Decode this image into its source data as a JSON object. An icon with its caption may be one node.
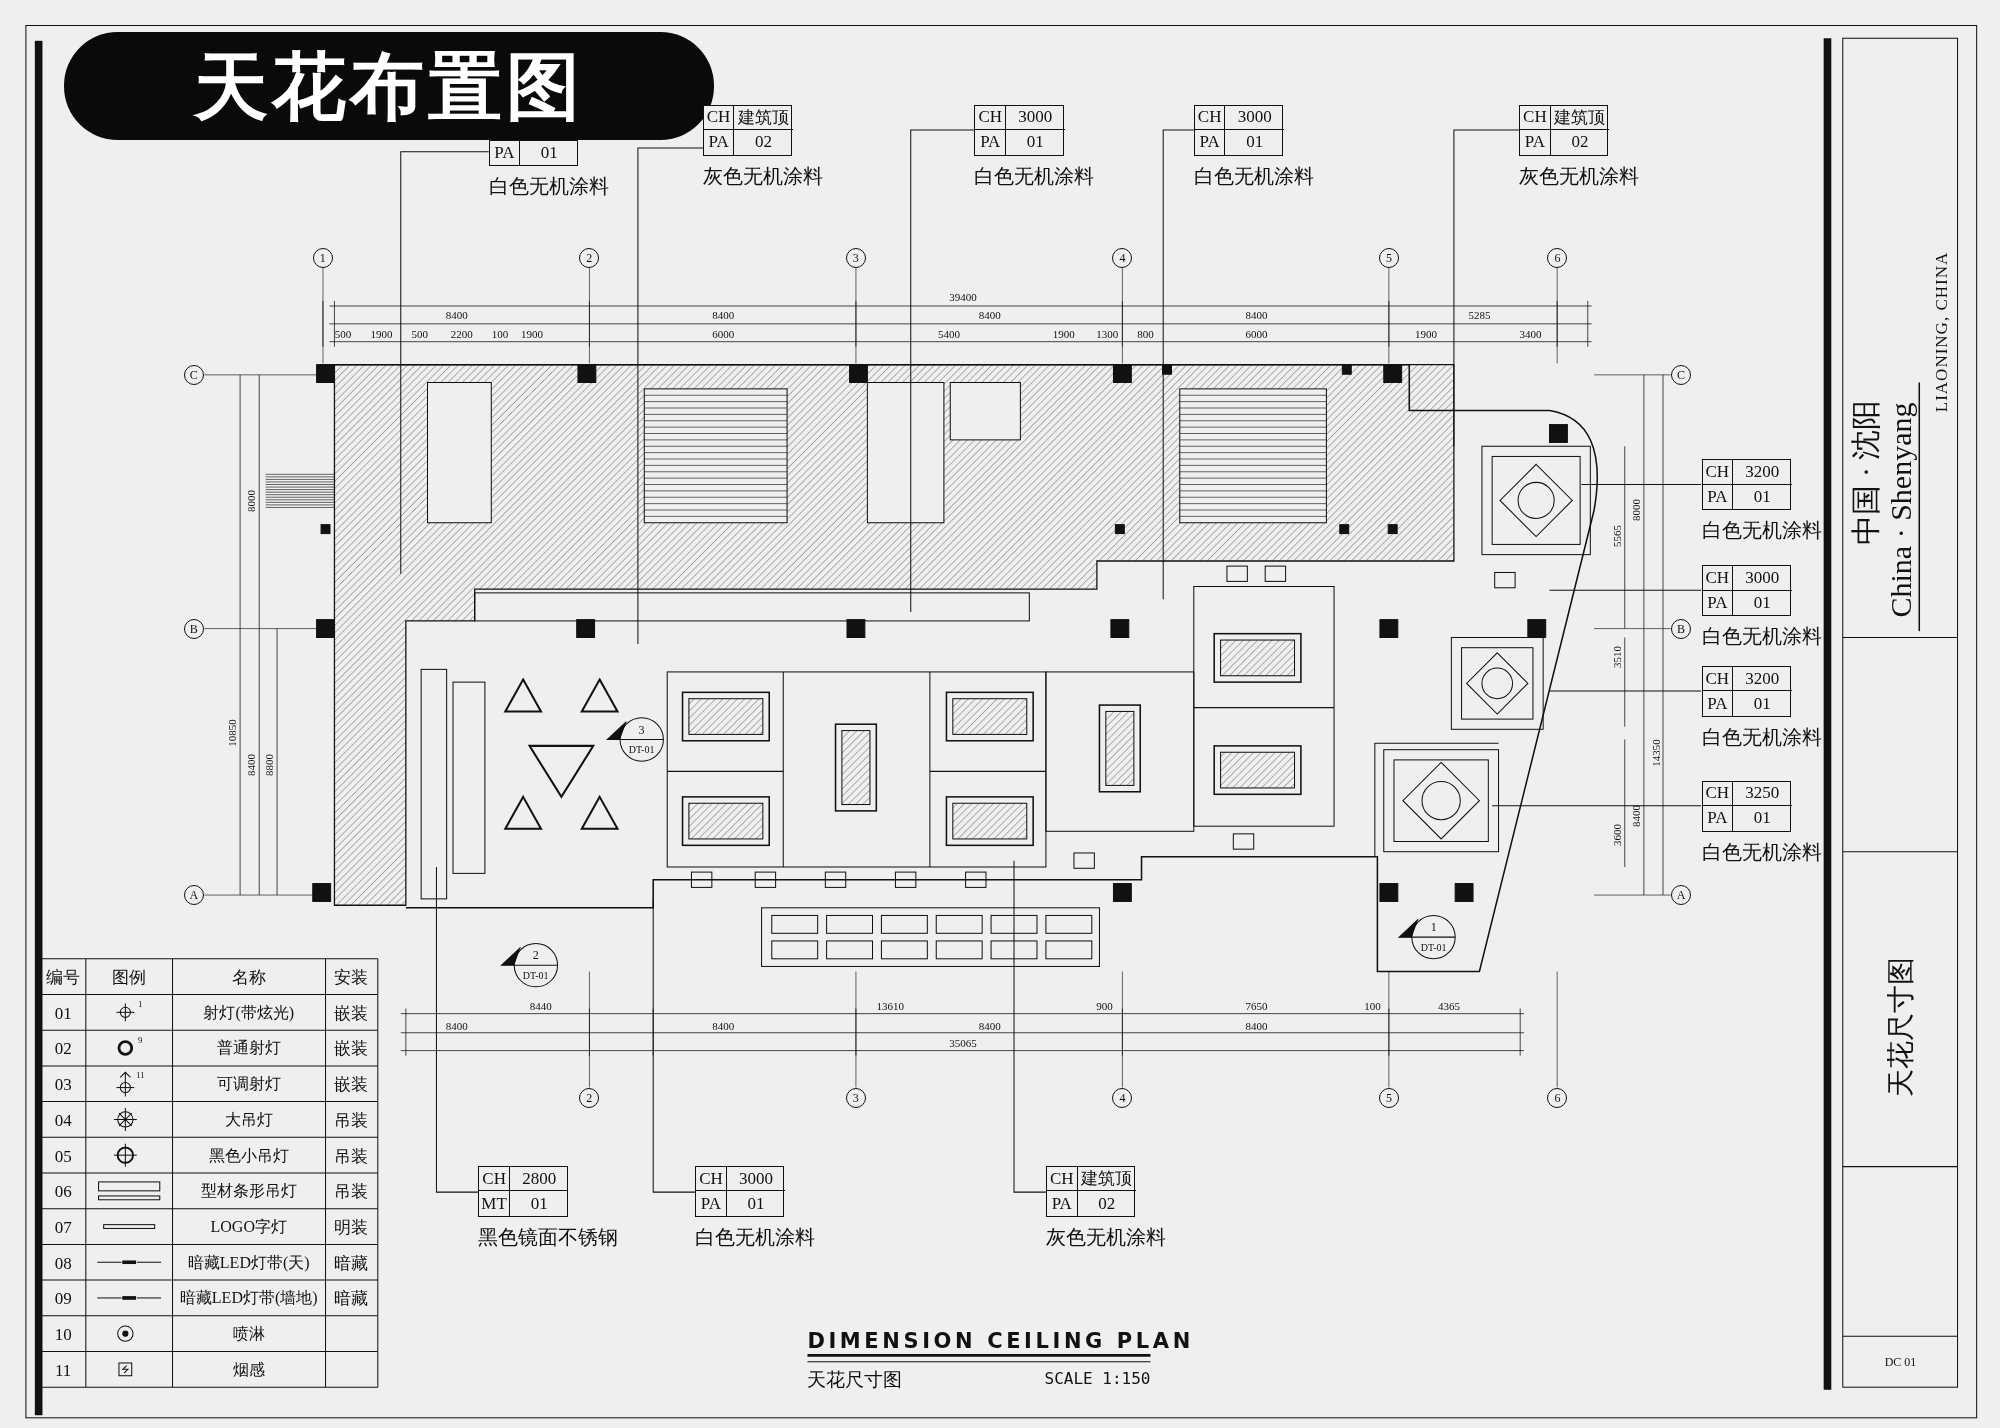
{
  "diagram": {
    "title": "天花布置图",
    "nodes": [
      {
        "text": [
          "PA",
          "01"
        ],
        "beside": [
          "白色无机涂料"
        ]
      },
      {
        "text": [
          "CH",
          "建筑顶",
          "PA",
          "02"
        ],
        "beside": [
          "灰色无机涂料"
        ]
      },
      {
        "text": [
          "CH",
          "3000",
          "PA",
          "01"
        ],
        "beside": [
          "白色无机涂料"
        ]
      },
      {
        "text": [
          "CH",
          "3000",
          "PA",
          "01"
        ],
        "beside": [
          "白色无机涂料"
        ]
      },
      {
        "text": [
          "CH",
          "建筑顶",
          "PA",
          "02"
        ],
        "beside": [
          "灰色无机涂料"
        ]
      },
      {
        "text": [
          "CH",
          "3200",
          "PA",
          "01"
        ],
        "beside": [
          "白色无机涂料"
        ]
      },
      {
        "text": [
          "CH",
          "3000",
          "PA",
          "01"
        ],
        "beside": [
          "白色无机涂料"
        ]
      },
      {
        "text": [
          "CH",
          "3200",
          "PA",
          "01"
        ],
        "beside": [
          "白色无机涂料"
        ]
      },
      {
        "text": [
          "CH",
          "3250",
          "PA",
          "01"
        ],
        "beside": [
          "白色无机涂料"
        ]
      },
      {
        "text": [
          "CH",
          "2800",
          "MT",
          "01"
        ],
        "beside": [
          "黑色镜面不锈钢"
        ]
      },
      {
        "text": [
          "CH",
          "3000",
          "PA",
          "01"
        ],
        "beside": [
          "白色无机涂料"
        ]
      },
      {
        "text": [
          "CH",
          "建筑顶",
          "PA",
          "02"
        ],
        "beside": [
          "灰色无机涂料"
        ]
      }
    ],
    "edges": [
      {
        "from": 0,
        "to": null,
        "arrow": "none"
      },
      {
        "from": 1,
        "to": null,
        "arrow": "none"
      },
      {
        "from": 2,
        "to": null,
        "arrow": "none"
      },
      {
        "from": 3,
        "to": null,
        "arrow": "none"
      },
      {
        "from": 4,
        "to": null,
        "arrow": "none"
      },
      {
        "from": 5,
        "to": null,
        "arrow": "none"
      },
      {
        "from": 6,
        "to": null,
        "arrow": "none"
      },
      {
        "from": 7,
        "to": null,
        "arrow": "none"
      },
      {
        "from": 8,
        "to": null,
        "arrow": "none"
      },
      {
        "from": 9,
        "to": null,
        "arrow": "none"
      },
      {
        "from": 10,
        "to": null,
        "arrow": "none"
      },
      {
        "from": 11,
        "to": null,
        "arrow": "none"
      }
    ],
    "labels": [
      "1",
      "2",
      "3",
      "4",
      "5",
      "6",
      "C",
      "B",
      "A",
      "C",
      "B",
      "A",
      "39400",
      "8400",
      "8400",
      "8400",
      "8400",
      "5285",
      "500",
      "1900",
      "500",
      "2200",
      "100",
      "1900",
      "6000",
      "5400",
      "1900",
      "1300",
      "800",
      "6000",
      "1900",
      "3400",
      "8440",
      "13610",
      "900",
      "7650",
      "100",
      "4365",
      "8400",
      "8400",
      "8400",
      "8400",
      "35065",
      "8000",
      "10850",
      "8400",
      "8800",
      "5565",
      "8000",
      "3510",
      "14350",
      "8400",
      "3600",
      "3",
      "DT-01",
      "2",
      "DT-01",
      "1",
      "DT-01",
      "2",
      "3",
      "4",
      "5",
      "6",
      "编号",
      "图例",
      "名称",
      "安装",
      "01",
      "1",
      "射灯(带炫光)",
      "嵌装",
      "02",
      "9",
      "普通射灯",
      "嵌装",
      "03",
      "11",
      "可调射灯",
      "嵌装",
      "04",
      "大吊灯",
      "吊装",
      "05",
      "黑色小吊灯",
      "吊装",
      "06",
      "型材条形吊灯",
      "吊装",
      "07",
      "LOGO字灯",
      "明装",
      "08",
      "暗藏LED灯带(天)",
      "暗藏",
      "09",
      "暗藏LED灯带(墙地)",
      "暗藏",
      "10",
      "喷淋",
      "11",
      "烟感",
      "DIMENSION CEILING PLAN",
      "天花尺寸图",
      "SCALE 1:150",
      "中国 · 沈阳",
      "China · Shenyang",
      "LIAONING, CHINA",
      "天花尺寸图",
      "DC 01"
    ]
  }
}
